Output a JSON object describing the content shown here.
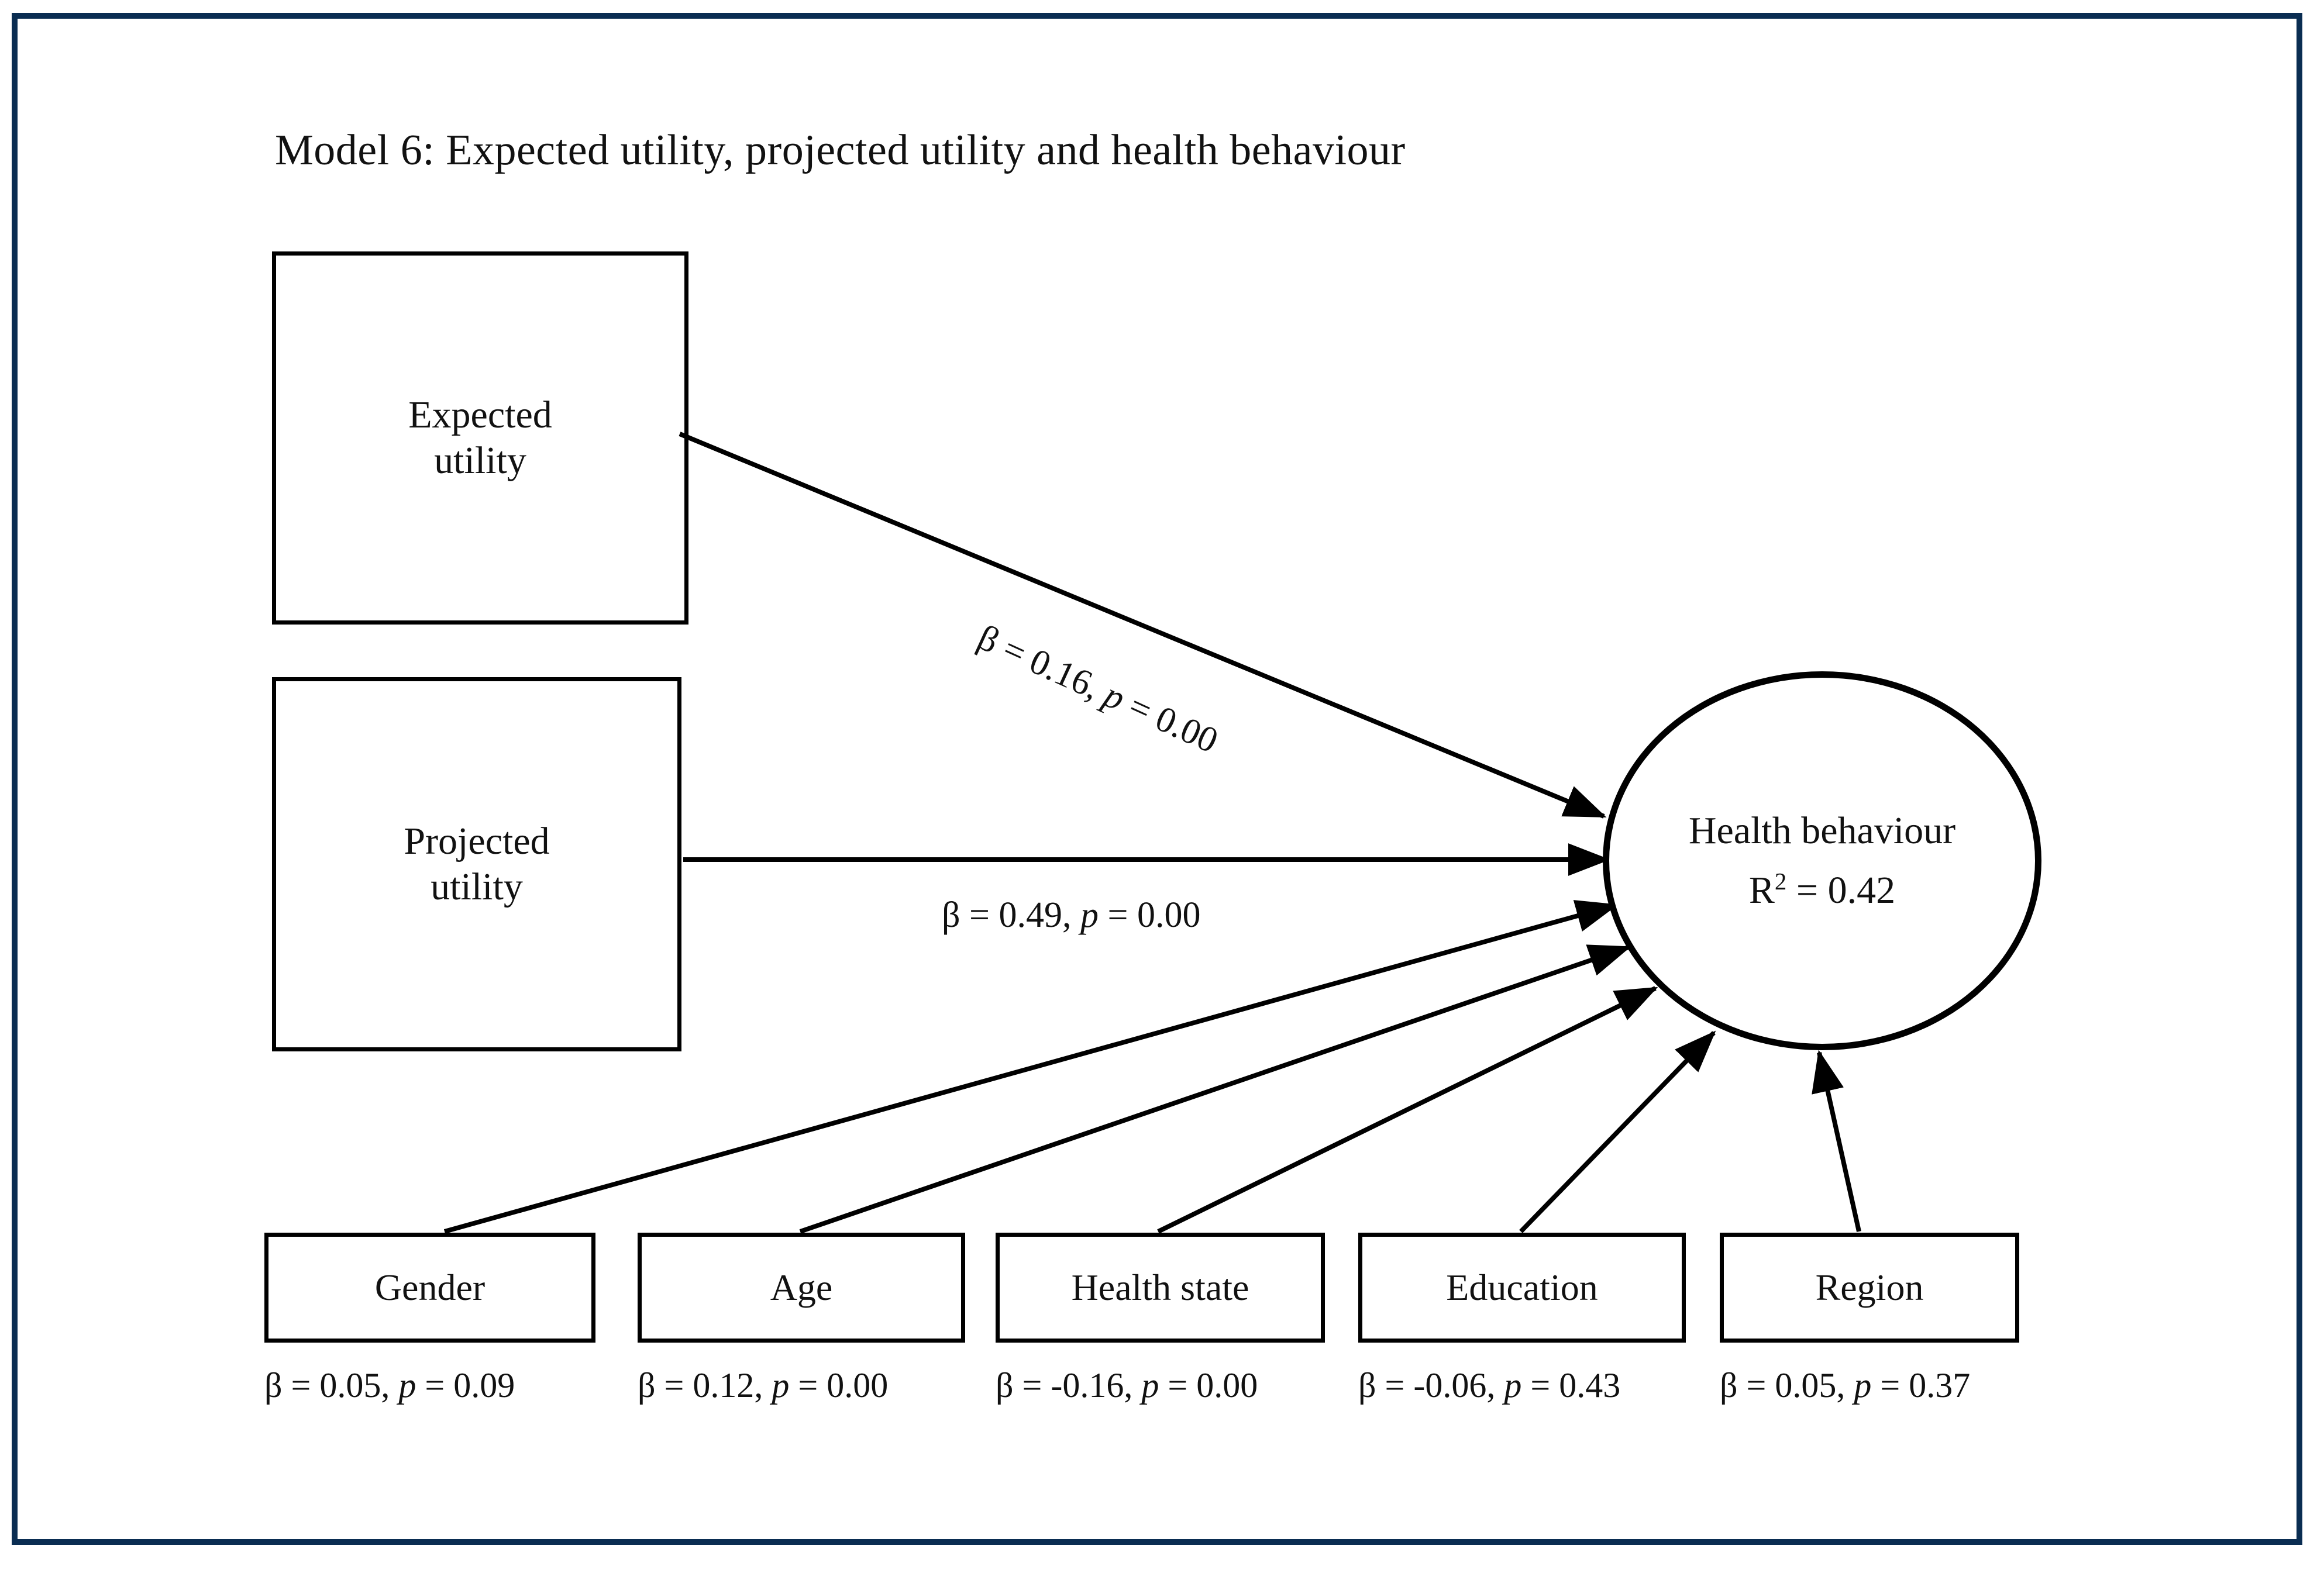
{
  "figure": {
    "title": "Model 6: Expected utility, projected utility and health behaviour",
    "frame_color": "#0a2d52",
    "ink_color": "#111111"
  },
  "chart_data": {
    "type": "diagram",
    "diagram_kind": "structural-equation-path-model",
    "title": "Model 6: Expected utility, projected utility and health behaviour",
    "outcome": {
      "id": "health-behaviour",
      "shape": "circle",
      "label": "Health behaviour",
      "r_squared_label": "R",
      "r_squared_exponent": "2",
      "r_squared_value": "= 0.42",
      "r_squared_full": "R2 = 0.42"
    },
    "predictors": [
      {
        "id": "expected-utility",
        "label_line1": "Expected",
        "label_line2": "utility",
        "shape": "rectangle",
        "beta": 0.16,
        "p": 0.0,
        "path_label": "β = 0.16, p = 0.00",
        "label_rotated": true
      },
      {
        "id": "projected-utility",
        "label_line1": "Projected",
        "label_line2": "utility",
        "shape": "rectangle",
        "beta": 0.49,
        "p": 0.0,
        "path_label": "β = 0.49, p = 0.00",
        "label_rotated": false
      },
      {
        "id": "gender",
        "label": "Gender",
        "shape": "rectangle",
        "beta": 0.05,
        "p": 0.09,
        "path_label": "β = 0.05, p = 0.09"
      },
      {
        "id": "age",
        "label": "Age",
        "shape": "rectangle",
        "beta": 0.12,
        "p": 0.0,
        "path_label": "β = 0.12, p = 0.00"
      },
      {
        "id": "health-state",
        "label": "Health state",
        "shape": "rectangle",
        "beta": -0.16,
        "p": 0.0,
        "path_label": "β = -0.16, p = 0.00"
      },
      {
        "id": "education",
        "label": "Education",
        "shape": "rectangle",
        "beta": -0.06,
        "p": 0.43,
        "path_label": "β = -0.06, p = 0.43"
      },
      {
        "id": "region",
        "label": "Region",
        "shape": "rectangle",
        "beta": 0.05,
        "p": 0.37,
        "path_label": "β = 0.05, p = 0.37"
      }
    ]
  },
  "nodes": {
    "expected_utility": {
      "line1": "Expected",
      "line2": "utility"
    },
    "projected_utility": {
      "line1": "Projected",
      "line2": "utility"
    },
    "health_behaviour": {
      "label": "Health behaviour",
      "r2_prefix": "R",
      "r2_sup": "2",
      "r2_suffix": " = 0.42"
    },
    "gender": {
      "label": "Gender"
    },
    "age": {
      "label": "Age"
    },
    "health_state": {
      "label": "Health state"
    },
    "education": {
      "label": "Education"
    },
    "region": {
      "label": "Region"
    }
  },
  "edge_labels": {
    "expected_path": {
      "beta_part": "β = 0.16, ",
      "p_italic": "p",
      "p_part": " = 0.00"
    },
    "projected_path": {
      "beta_part": "β = 0.49, ",
      "p_italic": "p",
      "p_part": " = 0.00"
    }
  },
  "beta_notes": {
    "gender": {
      "beta_part": "β = 0.05, ",
      "p_italic": "p",
      "p_part": " = 0.09"
    },
    "age": {
      "beta_part": "β = 0.12, ",
      "p_italic": "p",
      "p_part": " = 0.00"
    },
    "health_state": {
      "beta_part": "β = -0.16, ",
      "p_italic": "p",
      "p_part": " = 0.00"
    },
    "education": {
      "beta_part": "β = -0.06, ",
      "p_italic": "p",
      "p_part": " = 0.43"
    },
    "region": {
      "beta_part": "β = 0.05, ",
      "p_italic": "p",
      "p_part": " = 0.37"
    }
  }
}
